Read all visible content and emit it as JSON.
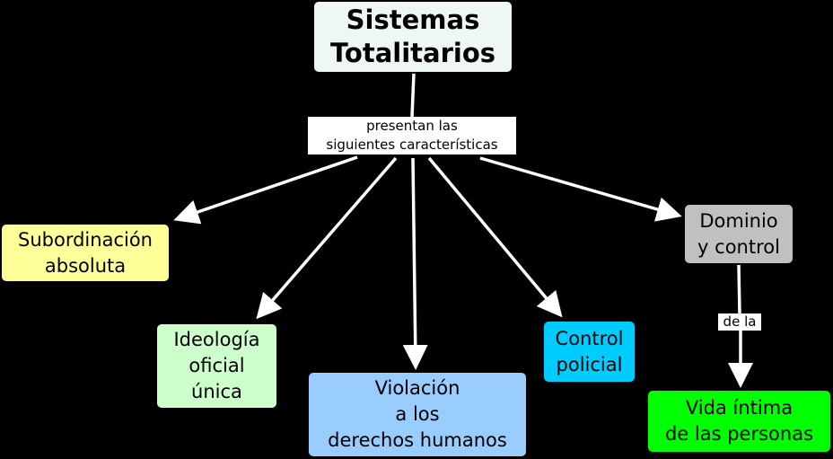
{
  "title": "Sistemas\nTotalitarios",
  "linking_phrase": "presentan las\nsiguientes características",
  "concepts": {
    "subordinacion": {
      "text": "Subordinación\nabsoluta",
      "color": "#ffff99"
    },
    "ideologia": {
      "text": "Ideología\noficial\núnica",
      "color": "#ccffcc"
    },
    "violacion": {
      "text": "Violación\na los\nderechos humanos",
      "color": "#99ccff"
    },
    "control": {
      "text": "Control\npolicial",
      "color": "#00ccff"
    },
    "dominio": {
      "text": "Dominio\ny control",
      "color": "#c0c0c0"
    },
    "vida": {
      "text": "Vida íntima\nde las personas",
      "color": "#00ff00"
    }
  },
  "dominio_link": "de la"
}
